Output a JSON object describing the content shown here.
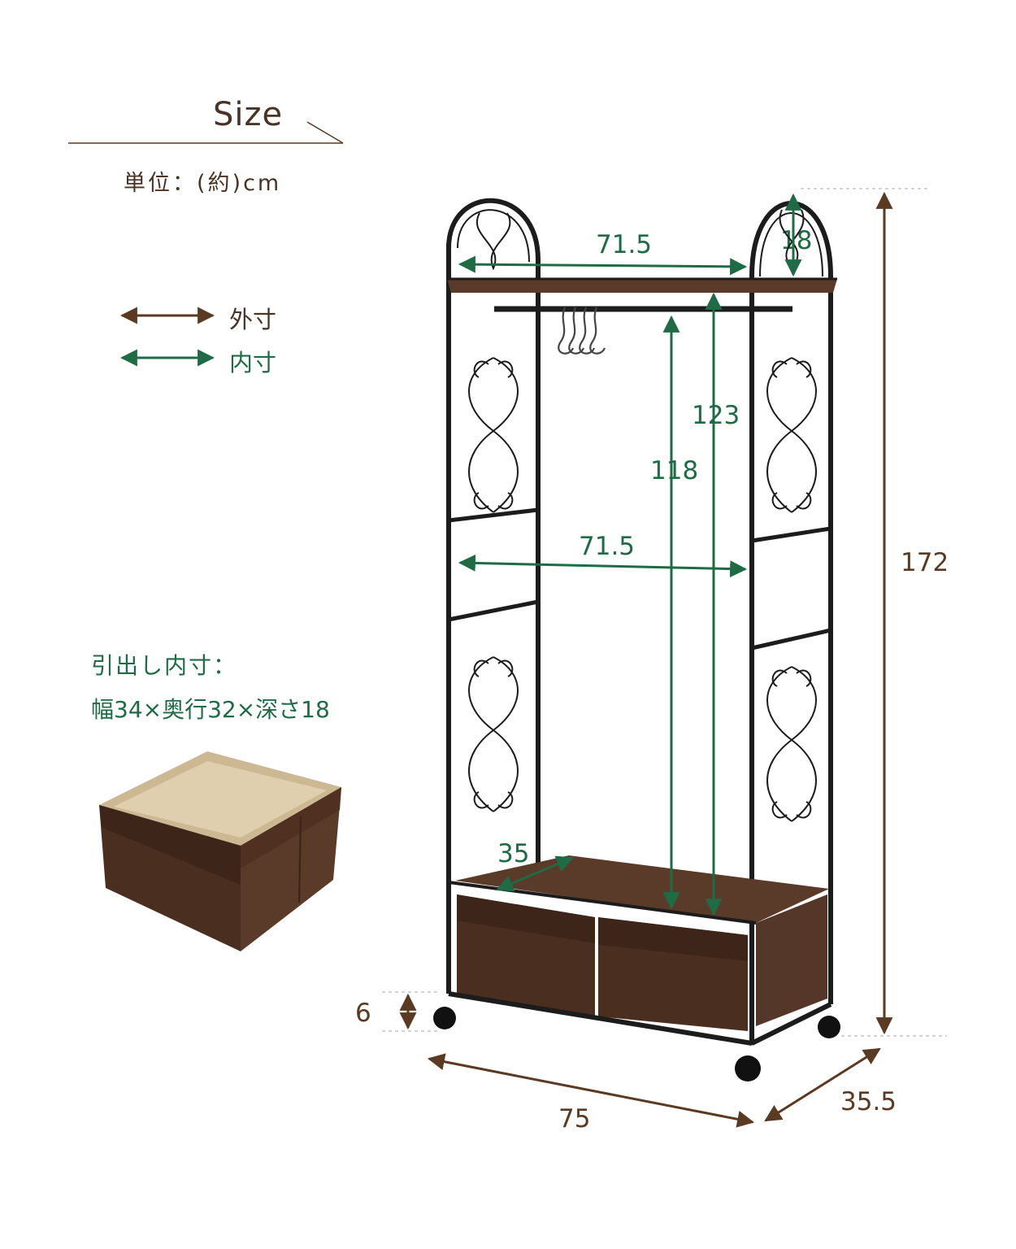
{
  "header": {
    "title": "Size",
    "unit": "単位：(約)cm"
  },
  "legend": {
    "outer_label": "外寸",
    "inner_label": "内寸"
  },
  "drawer": {
    "title": "引出し内寸：",
    "dimensions": "幅34×奥行32×深さ18"
  },
  "dimensions": {
    "top_inner_width": "71.5",
    "arch_height": "18",
    "rail_height": "123",
    "clearance_height": "118",
    "mid_inner_width": "71.5",
    "base_depth_inner": "35",
    "total_height": "172",
    "caster_height": "6",
    "total_width": "75",
    "total_depth": "35.5"
  },
  "colors": {
    "outer_arrow": "#5a3a22",
    "inner_arrow": "#1f6b45",
    "frame": "#1c1c1c",
    "shelf": "#5a3a2a",
    "drawer": "#4a2e20",
    "drawer_inner": "#d8c6a6"
  }
}
